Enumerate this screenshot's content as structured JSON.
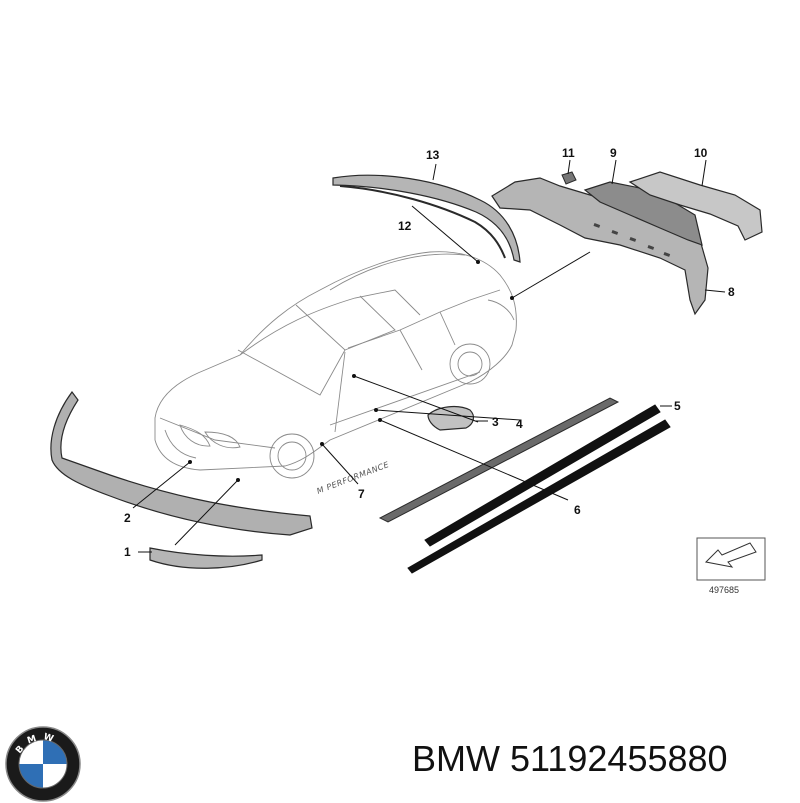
{
  "diagram": {
    "callouts": [
      "1",
      "2",
      "3",
      "4",
      "5",
      "6",
      "7",
      "8",
      "9",
      "10",
      "11",
      "12",
      "13"
    ],
    "badge_text": "M PERFORMANCE",
    "reference_number": "497685"
  },
  "footer": {
    "brand_logo_letters": "BMW",
    "part_number_label": "BMW 51192455880"
  },
  "colors": {
    "part_fill": "#b5b5b5",
    "part_stroke": "#2a2a2a",
    "stripe_black": "#111111",
    "logo_blue": "#2f6fb5"
  }
}
